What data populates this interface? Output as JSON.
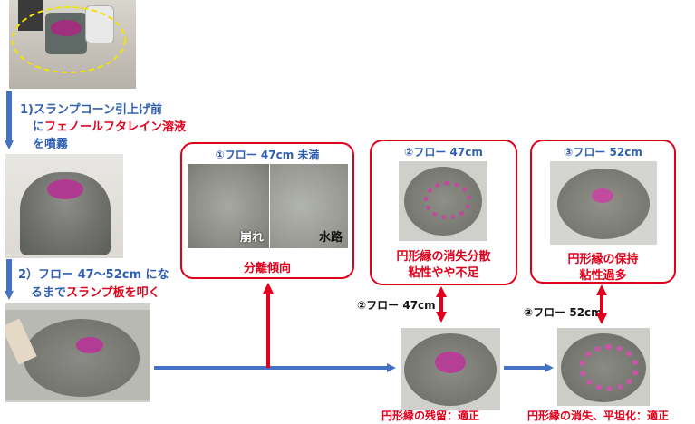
{
  "steps": {
    "step1_line1": "1)スランプコーン引上げ前",
    "step1_line2_prefix": "に",
    "step1_line2_red": "フェノールフタレイン溶液",
    "step1_line3": "を噴霧",
    "step2_line1": "2）フロー 47～52cm にな",
    "step2_line2_blue": "るまで",
    "step2_line2_red": "スランプ板を叩く"
  },
  "boxes": [
    {
      "title": "①フロー 47cm 未満",
      "label_left": "崩れ",
      "label_right": "水路",
      "caption": "分離傾向"
    },
    {
      "title": "②フロー 47cm",
      "caption_line1": "円形縁の消失分散",
      "caption_line2": "粘性やや不足"
    },
    {
      "title": "③フロー 52cm",
      "caption_line1": "円形縁の保持",
      "caption_line2": "粘性過多"
    }
  ],
  "bottom": {
    "flow2_label": "②フロー 47cm",
    "flow3_label": "③フロー 52cm",
    "caption_left": "円形縁の残留：適正",
    "caption_right": "円形縁の消失、平坦化：適正"
  },
  "colors": {
    "arrow_blue": "#4472c4",
    "arrow_red": "#e0001b",
    "text_blue": "#2f5fb3",
    "box_border": "#e0001b"
  }
}
